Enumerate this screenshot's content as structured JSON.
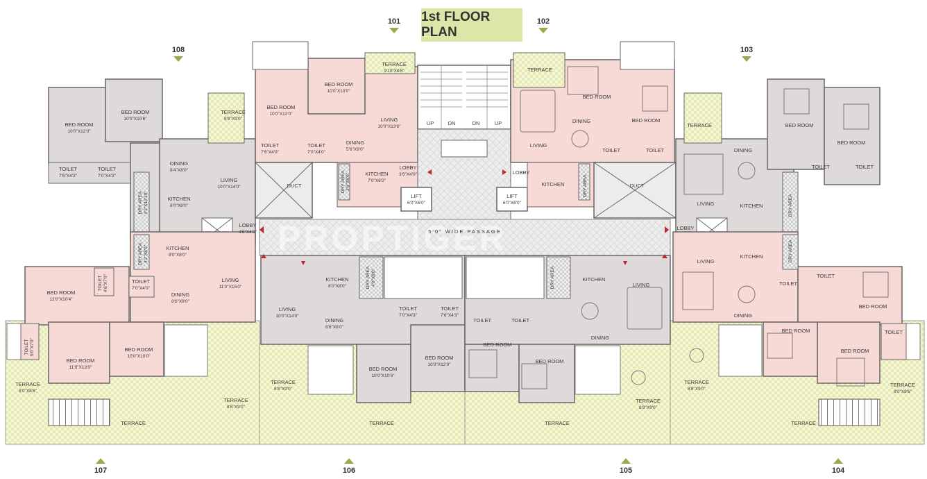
{
  "title": "1st FLOOR PLAN",
  "watermark": "PROPTIGER",
  "colors": {
    "terrace": "#f3f5d3",
    "pink_room": "#f7d9d6",
    "grey_room": "#dedad9",
    "passage": "#e9e9e9",
    "marker": "#9aa84e",
    "title_bg": "#dbe7a8"
  },
  "units": {
    "u101": "101",
    "u102": "102",
    "u103": "103",
    "u104": "104",
    "u105": "105",
    "u106": "106",
    "u107": "107",
    "u108": "108"
  },
  "rooms": {
    "r108_bed1": {
      "name": "BED ROOM",
      "dim": "10'0\"X12'0\""
    },
    "r108_bed2": {
      "name": "BED ROOM",
      "dim": "10'0\"X10'6\""
    },
    "r108_terrace": {
      "name": "TERRACE",
      "dim": "8'6\"X9'0\""
    },
    "r108_toilet1": {
      "name": "TOILET",
      "dim": "7'6\"X4'3\""
    },
    "r108_toilet2": {
      "name": "TOILET",
      "dim": "7'0\"X4'3\""
    },
    "r108_dining": {
      "name": "DINING",
      "dim": "8'4\"X8'0\""
    },
    "r108_living": {
      "name": "LIVING",
      "dim": "10'0\"X14'0\""
    },
    "r108_dry": {
      "name": "DRY AREA",
      "dim": "4'2\"X10'10\""
    },
    "r108_kitchen": {
      "name": "KITCHEN",
      "dim": "8'0\"X8'0\""
    },
    "lobby_left": {
      "name": "LOBBY",
      "dim": "4'6\"X4'2\""
    },
    "r107_dry": {
      "name": "DRY AREA",
      "dim": "4'2\"X8'0\""
    },
    "r107_kitchen": {
      "name": "KITCHEN",
      "dim": "8'0\"X8'0\""
    },
    "r107_bed1": {
      "name": "BED ROOM",
      "dim": "12'0\"X10'4\""
    },
    "r107_toilet1": {
      "name": "TOILET",
      "dim": "4'6\"X7'0\""
    },
    "r107_toilet2": {
      "name": "TOILET",
      "dim": "7'0\"X4'0\""
    },
    "r107_living": {
      "name": "LIVING",
      "dim": "11'0\"X15'0\""
    },
    "r107_dining": {
      "name": "DINING",
      "dim": "8'6\"X9'0\""
    },
    "r107_toilet3": {
      "name": "TOILET",
      "dim": "5'0\"X7'0\""
    },
    "r107_bed2": {
      "name": "BED ROOM",
      "dim": "11'0\"X13'0\""
    },
    "r107_bed3": {
      "name": "BED ROOM",
      "dim": "10'0\"X10'0\""
    },
    "r107_terrace1": {
      "name": "TERRACE",
      "dim": "8'0\"X8'6\""
    },
    "r107_terrace2": {
      "name": "TERRACE",
      "dim": "8'8\"X9'0\""
    },
    "r107_terrace3": {
      "name": "TERRACE",
      "dim": ""
    },
    "r101_bed1": {
      "name": "BED ROOM",
      "dim": "10'0\"X12'0\""
    },
    "r101_bed2": {
      "name": "BED ROOM",
      "dim": "10'0\"X10'0\""
    },
    "r101_terrace": {
      "name": "TERRACE",
      "dim": "9'10\"X6'6\""
    },
    "r101_living": {
      "name": "LIVING",
      "dim": "10'0\"X13'6\""
    },
    "r101_dining": {
      "name": "DINING",
      "dim": "5'6\"X9'0\""
    },
    "r101_toilet1": {
      "name": "TOILET",
      "dim": "7'6\"X4'0\""
    },
    "r101_toilet2": {
      "name": "TOILET",
      "dim": "7'0\"X4'0\""
    },
    "r101_dry": {
      "name": "DRY AREA",
      "dim": "3'6\"X8'0\""
    },
    "r101_kitchen": {
      "name": "KITCHEN",
      "dim": "7'0\"X8'0\""
    },
    "r101_lobby": {
      "name": "LOBBY",
      "dim": "3'6\"X4'0\""
    },
    "duct_left": {
      "name": "DUCT",
      "dim": ""
    },
    "lift_left": {
      "name": "LIFT",
      "dim": "6'0\"X6'0\""
    },
    "lift_right": {
      "name": "LIFT",
      "dim": "6'0\"X6'0\""
    },
    "duct_right": {
      "name": "DUCT",
      "dim": ""
    },
    "stair_up1": "UP",
    "stair_dn1": "DN",
    "stair_dn2": "DN",
    "stair_up2": "UP",
    "passage": "5'0\" WIDE PASSAGE",
    "r102_terrace": {
      "name": "TERRACE",
      "dim": ""
    },
    "r102_bed1": {
      "name": "BED ROOM",
      "dim": ""
    },
    "r102_bed2": {
      "name": "BED ROOM",
      "dim": ""
    },
    "r102_dining": {
      "name": "DINING",
      "dim": ""
    },
    "r102_living": {
      "name": "LIVING",
      "dim": ""
    },
    "r102_toilet1": {
      "name": "TOILET",
      "dim": ""
    },
    "r102_toilet2": {
      "name": "TOILET",
      "dim": ""
    },
    "r102_lobby": {
      "name": "LOBBY",
      "dim": ""
    },
    "r102_kitchen": {
      "name": "KITCHEN",
      "dim": ""
    },
    "r102_dry": {
      "name": "DRY AREA",
      "dim": ""
    },
    "r103_terrace": {
      "name": "TERRACE",
      "dim": ""
    },
    "r103_bed1": {
      "name": "BED ROOM",
      "dim": ""
    },
    "r103_bed2": {
      "name": "BED ROOM",
      "dim": ""
    },
    "r103_dining": {
      "name": "DINING",
      "dim": ""
    },
    "r103_toilet1": {
      "name": "TOILET",
      "dim": ""
    },
    "r103_toilet2": {
      "name": "TOILET",
      "dim": ""
    },
    "r103_living": {
      "name": "LIVING",
      "dim": ""
    },
    "r103_kitchen": {
      "name": "KITCHEN",
      "dim": ""
    },
    "r103_dry": {
      "name": "DRY AREA",
      "dim": ""
    },
    "lobby_right": {
      "name": "LOBBY",
      "dim": ""
    },
    "r104_living": {
      "name": "LIVING",
      "dim": ""
    },
    "r104_kitchen": {
      "name": "KITCHEN",
      "dim": ""
    },
    "r104_dry": {
      "name": "DRY AREA",
      "dim": ""
    },
    "r104_toilet1": {
      "name": "TOILET",
      "dim": ""
    },
    "r104_toilet2": {
      "name": "TOILET",
      "dim": ""
    },
    "r104_bed1": {
      "name": "BED ROOM",
      "dim": ""
    },
    "r104_dining": {
      "name": "DINING",
      "dim": ""
    },
    "r104_bed2": {
      "name": "BED ROOM",
      "dim": ""
    },
    "r104_toilet3": {
      "name": "TOILET",
      "dim": ""
    },
    "r104_bed3": {
      "name": "BED ROOM",
      "dim": ""
    },
    "r104_terrace1": {
      "name": "TERRACE",
      "dim": "8'8\"X9'0\""
    },
    "r104_terrace2": {
      "name": "TERRACE",
      "dim": "8'0\"X8'6\""
    },
    "r104_terrace3": {
      "name": "TERRACE",
      "dim": ""
    },
    "r106_kitchen": {
      "name": "KITCHEN",
      "dim": "8'0\"X8'0\""
    },
    "r106_dry": {
      "name": "DRY AREA",
      "dim": "4'0\"X8'0\""
    },
    "r106_living": {
      "name": "LIVING",
      "dim": "10'0\"X14'0\""
    },
    "r106_dining": {
      "name": "DINING",
      "dim": "8'6\"X8'0\""
    },
    "r106_toilet1": {
      "name": "TOILET",
      "dim": "7'0\"X4'3\""
    },
    "r106_toilet2": {
      "name": "TOILET",
      "dim": "7'6\"X4'3\""
    },
    "r106_bed1": {
      "name": "BED ROOM",
      "dim": "10'0\"X10'6\""
    },
    "r106_bed2": {
      "name": "BED ROOM",
      "dim": "10'0\"X12'0\""
    },
    "r106_terrace1": {
      "name": "TERRACE",
      "dim": "8'8\"X9'0\""
    },
    "r106_terrace2": {
      "name": "TERRACE",
      "dim": ""
    },
    "r105_dry": {
      "name": "DRY AREA",
      "dim": ""
    },
    "r105_kitchen": {
      "name": "KITCHEN",
      "dim": ""
    },
    "r105_living": {
      "name": "LIVING",
      "dim": ""
    },
    "r105_toilet1": {
      "name": "TOILET",
      "dim": ""
    },
    "r105_toilet2": {
      "name": "TOILET",
      "dim": ""
    },
    "r105_bed1": {
      "name": "BED ROOM",
      "dim": ""
    },
    "r105_dining": {
      "name": "DINING",
      "dim": ""
    },
    "r105_bed2": {
      "name": "BED ROOM",
      "dim": ""
    },
    "r105_terrace1": {
      "name": "TERRACE",
      "dim": "8'8\"X9'0\""
    },
    "r105_terrace2": {
      "name": "TERRACE",
      "dim": ""
    }
  }
}
